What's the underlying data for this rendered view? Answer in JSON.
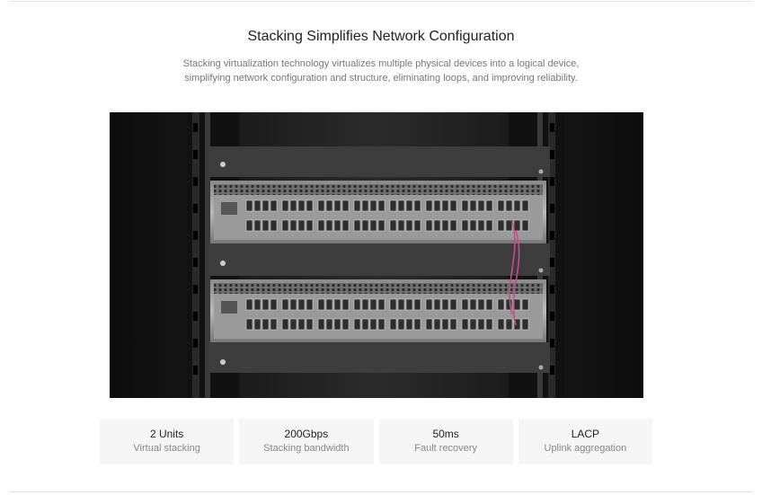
{
  "heading": "Stacking Simplifies Network Configuration",
  "description": [
    "Stacking virtualization technology virtualizes multiple physical devices into a logical device,",
    "simplifying network configuration and structure, eliminating loops, and improving reliability."
  ],
  "stats": [
    {
      "value": "2 Units",
      "label": "Virtual stacking"
    },
    {
      "value": "200Gbps",
      "label": "Stacking bandwidth"
    },
    {
      "value": "50ms",
      "label": "Fault recovery"
    },
    {
      "value": "LACP",
      "label": "Uplink aggregation"
    }
  ],
  "colors": {
    "stack_cable": "#c0508a",
    "card_background": "#f5f5f5"
  }
}
